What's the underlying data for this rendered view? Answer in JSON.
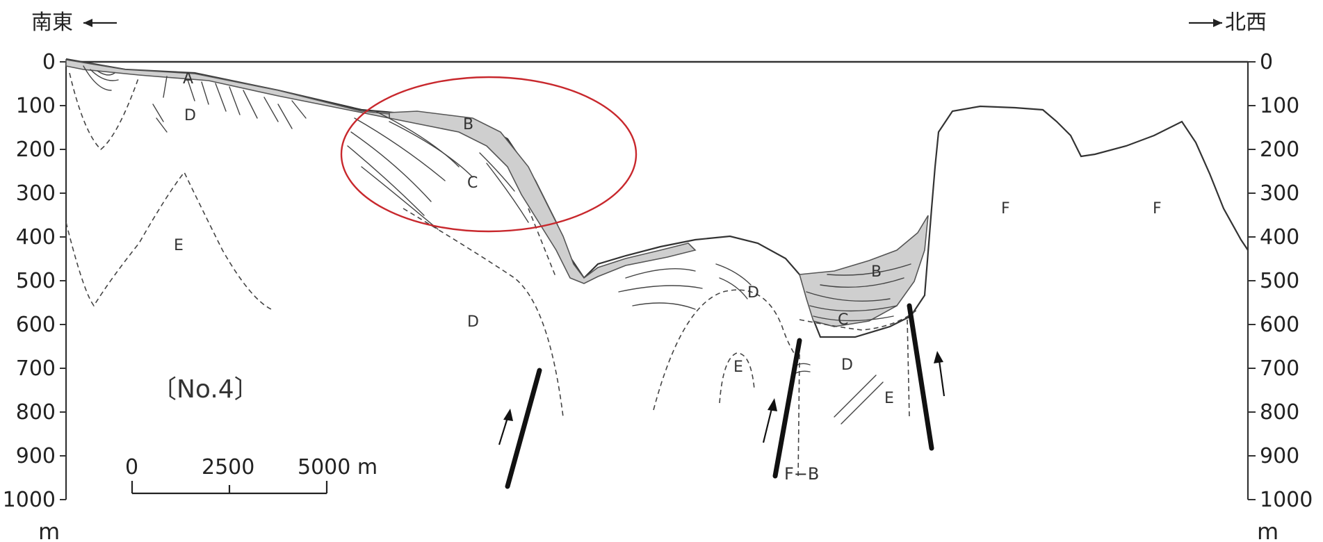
{
  "direction_left": "南東",
  "direction_right": "北西",
  "depth_ticks": [
    "0",
    "100",
    "200",
    "300",
    "400",
    "500",
    "600",
    "700",
    "800",
    "900",
    "1000"
  ],
  "depth_unit": "m",
  "panel_label": "〔No.4〕",
  "scale_bar": {
    "labels": [
      "0",
      "2500",
      "5000 m"
    ]
  },
  "zones": {
    "a": "A",
    "b": "B",
    "c": "C",
    "d": "D",
    "e": "E",
    "f": "F",
    "fb": "F−B"
  },
  "colors": {
    "sediment_fill": "#cfcfcf",
    "highlight_ellipse": "#c8282d",
    "line": "#333333"
  }
}
